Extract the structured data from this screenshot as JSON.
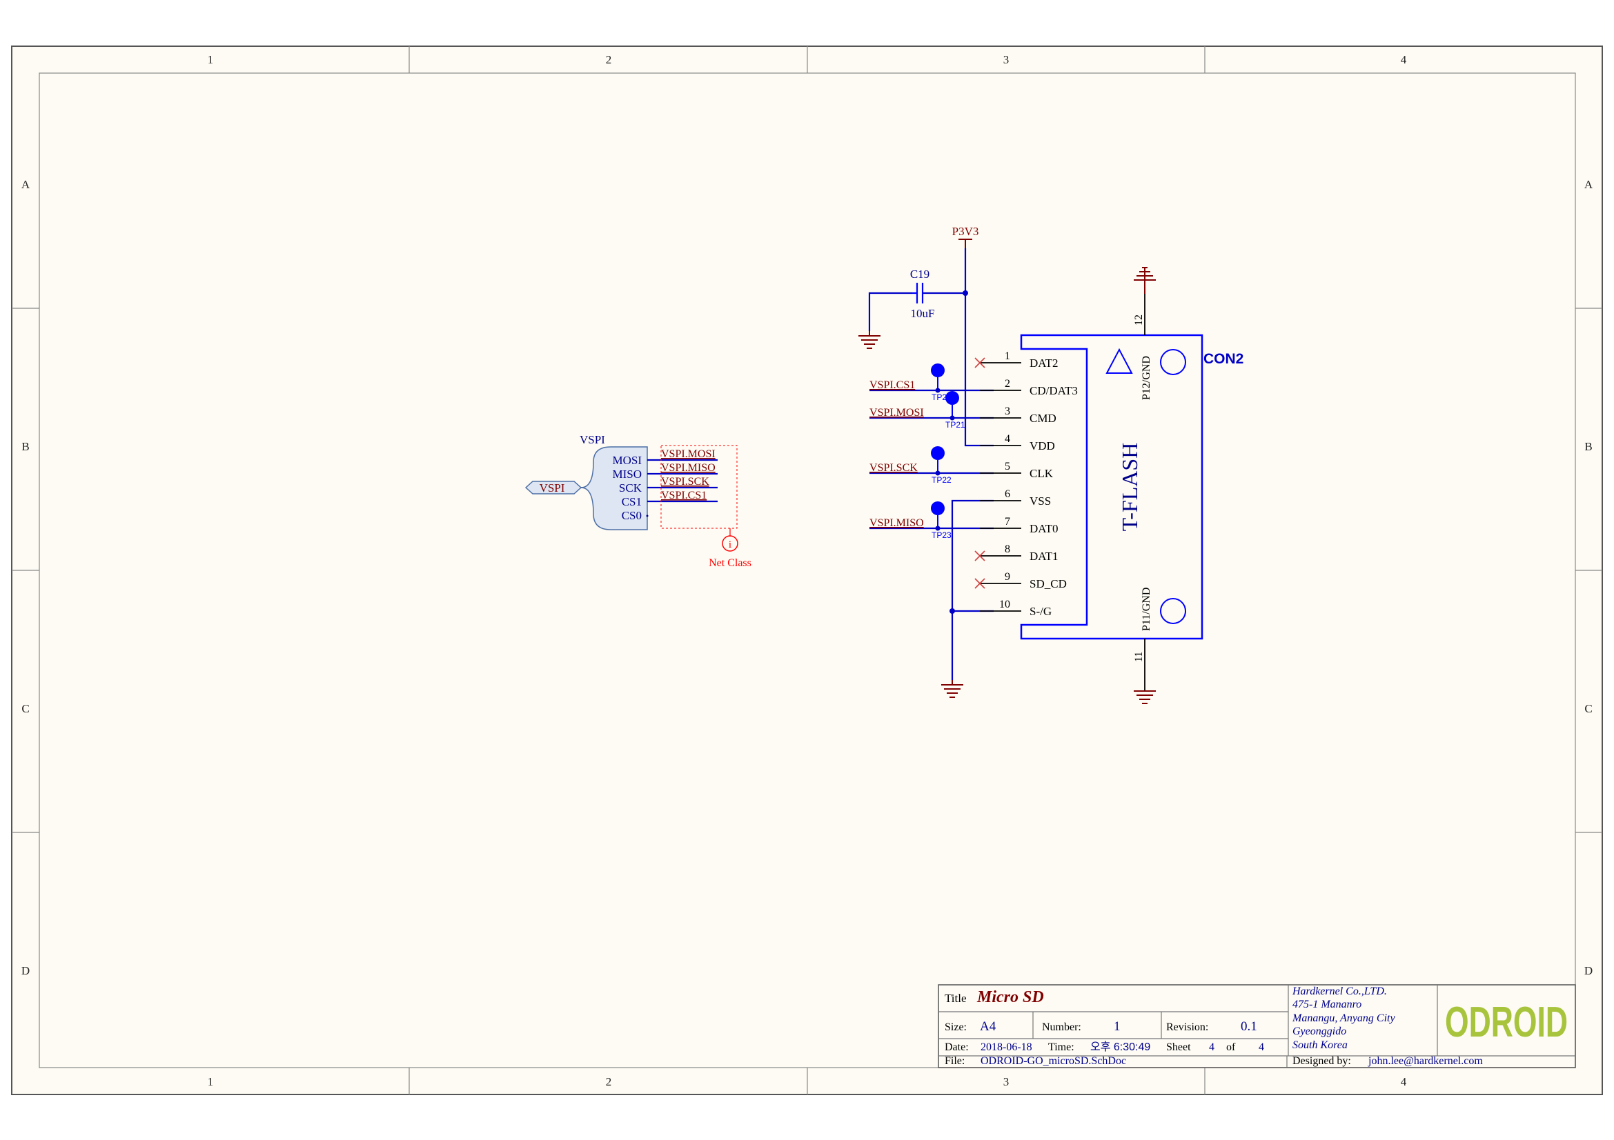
{
  "frame": {
    "columns": [
      "1",
      "2",
      "3",
      "4"
    ],
    "rows": [
      "A",
      "B",
      "C",
      "D"
    ]
  },
  "power": {
    "p3v3": "P3V3"
  },
  "capacitor": {
    "designator": "C19",
    "value": "10uF"
  },
  "harness": {
    "name": "VSPI",
    "port_label": "VSPI",
    "entries": [
      "MOSI",
      "MISO",
      "SCK",
      "CS1",
      "CS0"
    ],
    "nets": [
      "VSPI.MOSI",
      "VSPI.MISO",
      "VSPI.SCK",
      "VSPI.CS1"
    ],
    "net_class_label": "Net Class"
  },
  "connector": {
    "designator": "CON2",
    "body_label": "T-FLASH",
    "pins": [
      {
        "num": "1",
        "name": "DAT2"
      },
      {
        "num": "2",
        "name": "CD/DAT3"
      },
      {
        "num": "3",
        "name": "CMD"
      },
      {
        "num": "4",
        "name": "VDD"
      },
      {
        "num": "5",
        "name": "CLK"
      },
      {
        "num": "6",
        "name": "VSS"
      },
      {
        "num": "7",
        "name": "DAT0"
      },
      {
        "num": "8",
        "name": "DAT1"
      },
      {
        "num": "9",
        "name": "SD_CD"
      },
      {
        "num": "10",
        "name": "S-/G"
      }
    ],
    "pin11_num": "11",
    "pin11_name": "P11/GND",
    "pin12_num": "12",
    "pin12_name": "P12/GND"
  },
  "left_nets": [
    "VSPI.CS1",
    "VSPI.MOSI",
    "VSPI.SCK",
    "VSPI.MISO"
  ],
  "testpoints": [
    "TP20",
    "TP21",
    "TP22",
    "TP23"
  ],
  "title_block": {
    "title_label": "Title",
    "title": "Micro SD",
    "size_label": "Size:",
    "size": "A4",
    "number_label": "Number:",
    "number": "1",
    "revision_label": "Revision:",
    "revision": "0.1",
    "date_label": "Date:",
    "date": "2018-06-18",
    "time_label": "Time:",
    "time": "오후 6:30:49",
    "sheet_label": "Sheet",
    "sheet": "4",
    "of_label": "of",
    "sheet_total": "4",
    "file_label": "File:",
    "file": "ODROID-GO_microSD.SchDoc",
    "company": [
      "Hardkernel Co.,LTD.",
      "475-1 Mananro",
      "Manangu, Anyang City",
      "Gyeonggido",
      "South Korea"
    ],
    "designed_by_label": "Designed by:",
    "designed_by": "john.lee@hardkernel.com",
    "logo_text": "ODROID"
  },
  "colors": {
    "paper": "#fdfbf3",
    "border": "#555555",
    "wire": "#0000c8",
    "pin": "#000000",
    "net_label": "#800000",
    "power": "#800000",
    "component": "#0000ff",
    "designator": "#00008b",
    "harness_fill": "#dde6f2",
    "harness_stroke": "#4d6fa6",
    "net_class": "#ff0000",
    "logo": "#a7c43c"
  }
}
